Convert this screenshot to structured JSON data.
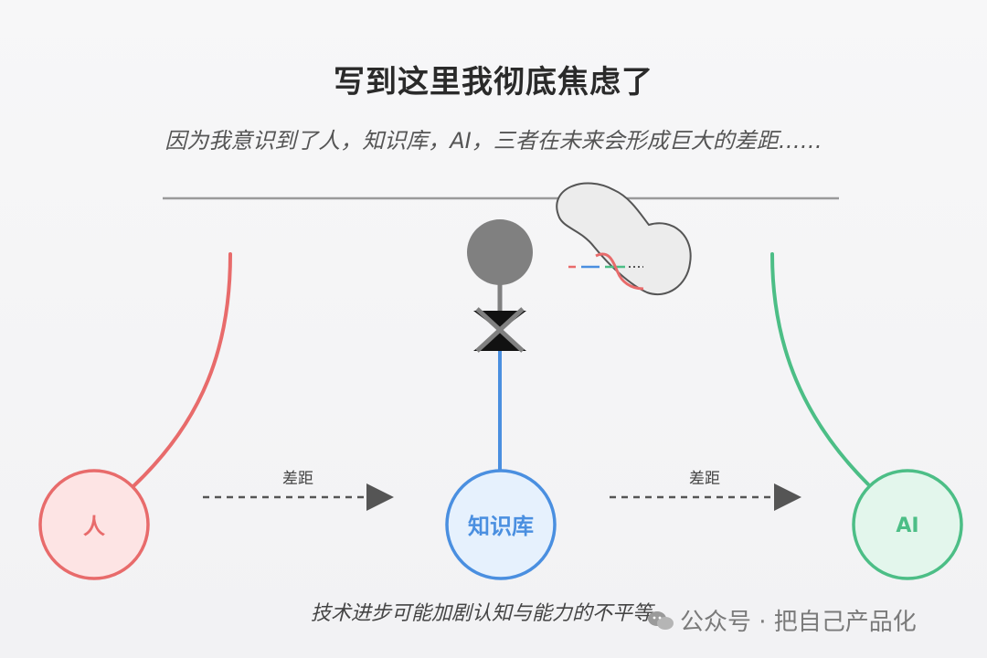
{
  "title": "写到这里我彻底焦虑了",
  "subtitle": "因为我意识到了人，知识库，AI，三者在未来会形成巨大的差距……",
  "nodes": {
    "human": {
      "label": "人",
      "color": "#e86b6b",
      "fill": "#fde4e4"
    },
    "kb": {
      "label": "知识库",
      "color": "#4a8fe0",
      "fill": "#e6f1fd"
    },
    "ai": {
      "label": "AI",
      "color": "#4cbe86",
      "fill": "#e3f6ec"
    }
  },
  "arrows": [
    {
      "label": "差距"
    },
    {
      "label": "差距"
    }
  ],
  "caption": "技术进步可能加剧认知与能力的不平等",
  "watermark": {
    "text": "公众号 · 把自己产品化",
    "icon": "wechat-icon"
  },
  "colors": {
    "line": "#9a9a9a",
    "figure": "#808080",
    "cloud_stroke": "#555555"
  }
}
